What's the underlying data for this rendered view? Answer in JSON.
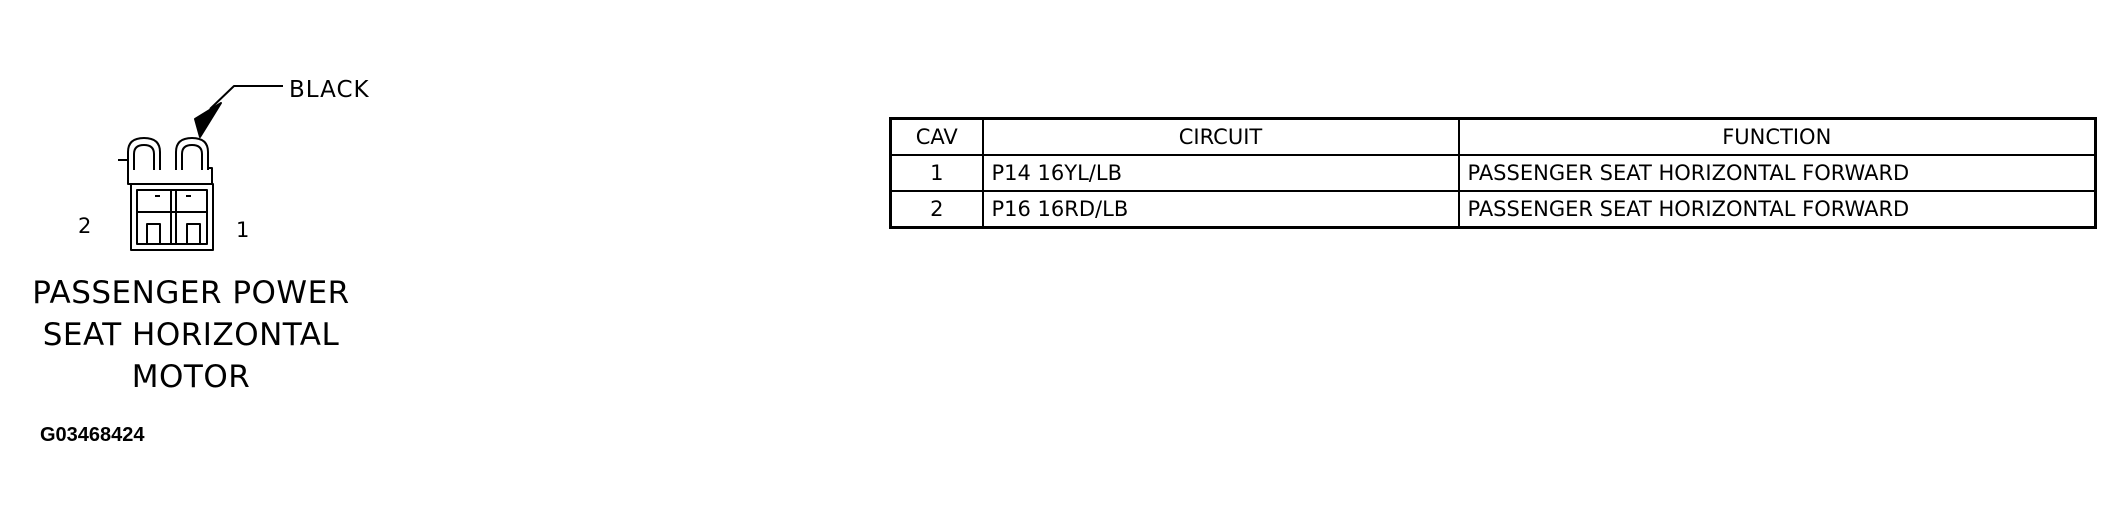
{
  "connector": {
    "color": "BLACK",
    "pin_left": "2",
    "pin_right": "1",
    "title_lines": [
      "PASSENGER POWER",
      "SEAT HORIZONTAL",
      "MOTOR"
    ],
    "figure_id": "G03468424"
  },
  "table": {
    "headers": [
      "CAV",
      "CIRCUIT",
      "FUNCTION"
    ],
    "rows": [
      {
        "cav": "1",
        "circuit": "P14 16YL/LB",
        "function": "PASSENGER SEAT HORIZONTAL FORWARD"
      },
      {
        "cav": "2",
        "circuit": "P16 16RD/LB",
        "function": "PASSENGER SEAT HORIZONTAL FORWARD"
      }
    ]
  }
}
